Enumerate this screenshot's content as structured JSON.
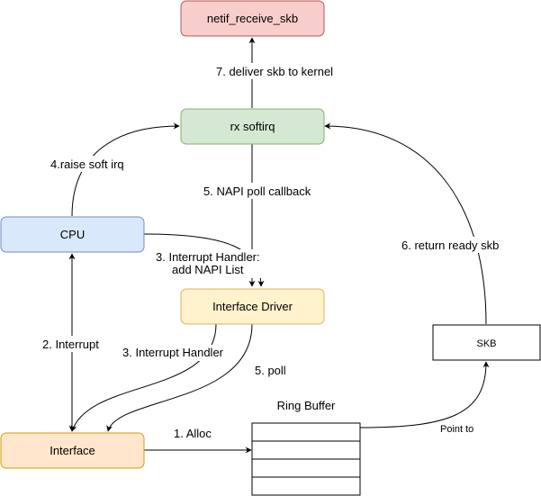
{
  "nodes": {
    "netif_receive_skb": {
      "label": "netif_receive_skb",
      "fill": "#f8cecc",
      "stroke": "#b85450"
    },
    "rx_softirq": {
      "label": "rx softirq",
      "fill": "#d5e8d4",
      "stroke": "#82b366"
    },
    "cpu": {
      "label": "CPU",
      "fill": "#dae8fc",
      "stroke": "#6c8ebf"
    },
    "interface_driver": {
      "label": "Interface Driver",
      "fill": "#fff2cc",
      "stroke": "#d6b656"
    },
    "interface": {
      "label": "Interface",
      "fill": "#ffe6cc",
      "stroke": "#d79b00"
    },
    "skb": {
      "label": "SKB",
      "fill": "#ffffff",
      "stroke": "#000000"
    },
    "ring_buffer": {
      "label": "Ring Buffer",
      "slots": 4
    }
  },
  "edges": {
    "deliver": "7. deliver skb to kernel",
    "raise": "4.raise soft irq",
    "napi_poll": "5. NAPI poll callback",
    "return_skb": "6. return ready skb",
    "handler_add_line1": "3. Interrupt Handler:",
    "handler_add_line2": "add NAPI List",
    "interrupt": "2. Interrupt",
    "handler": "3. Interrupt Handler",
    "poll": "5. poll",
    "alloc": "1. Alloc",
    "point_to": "Point to"
  }
}
